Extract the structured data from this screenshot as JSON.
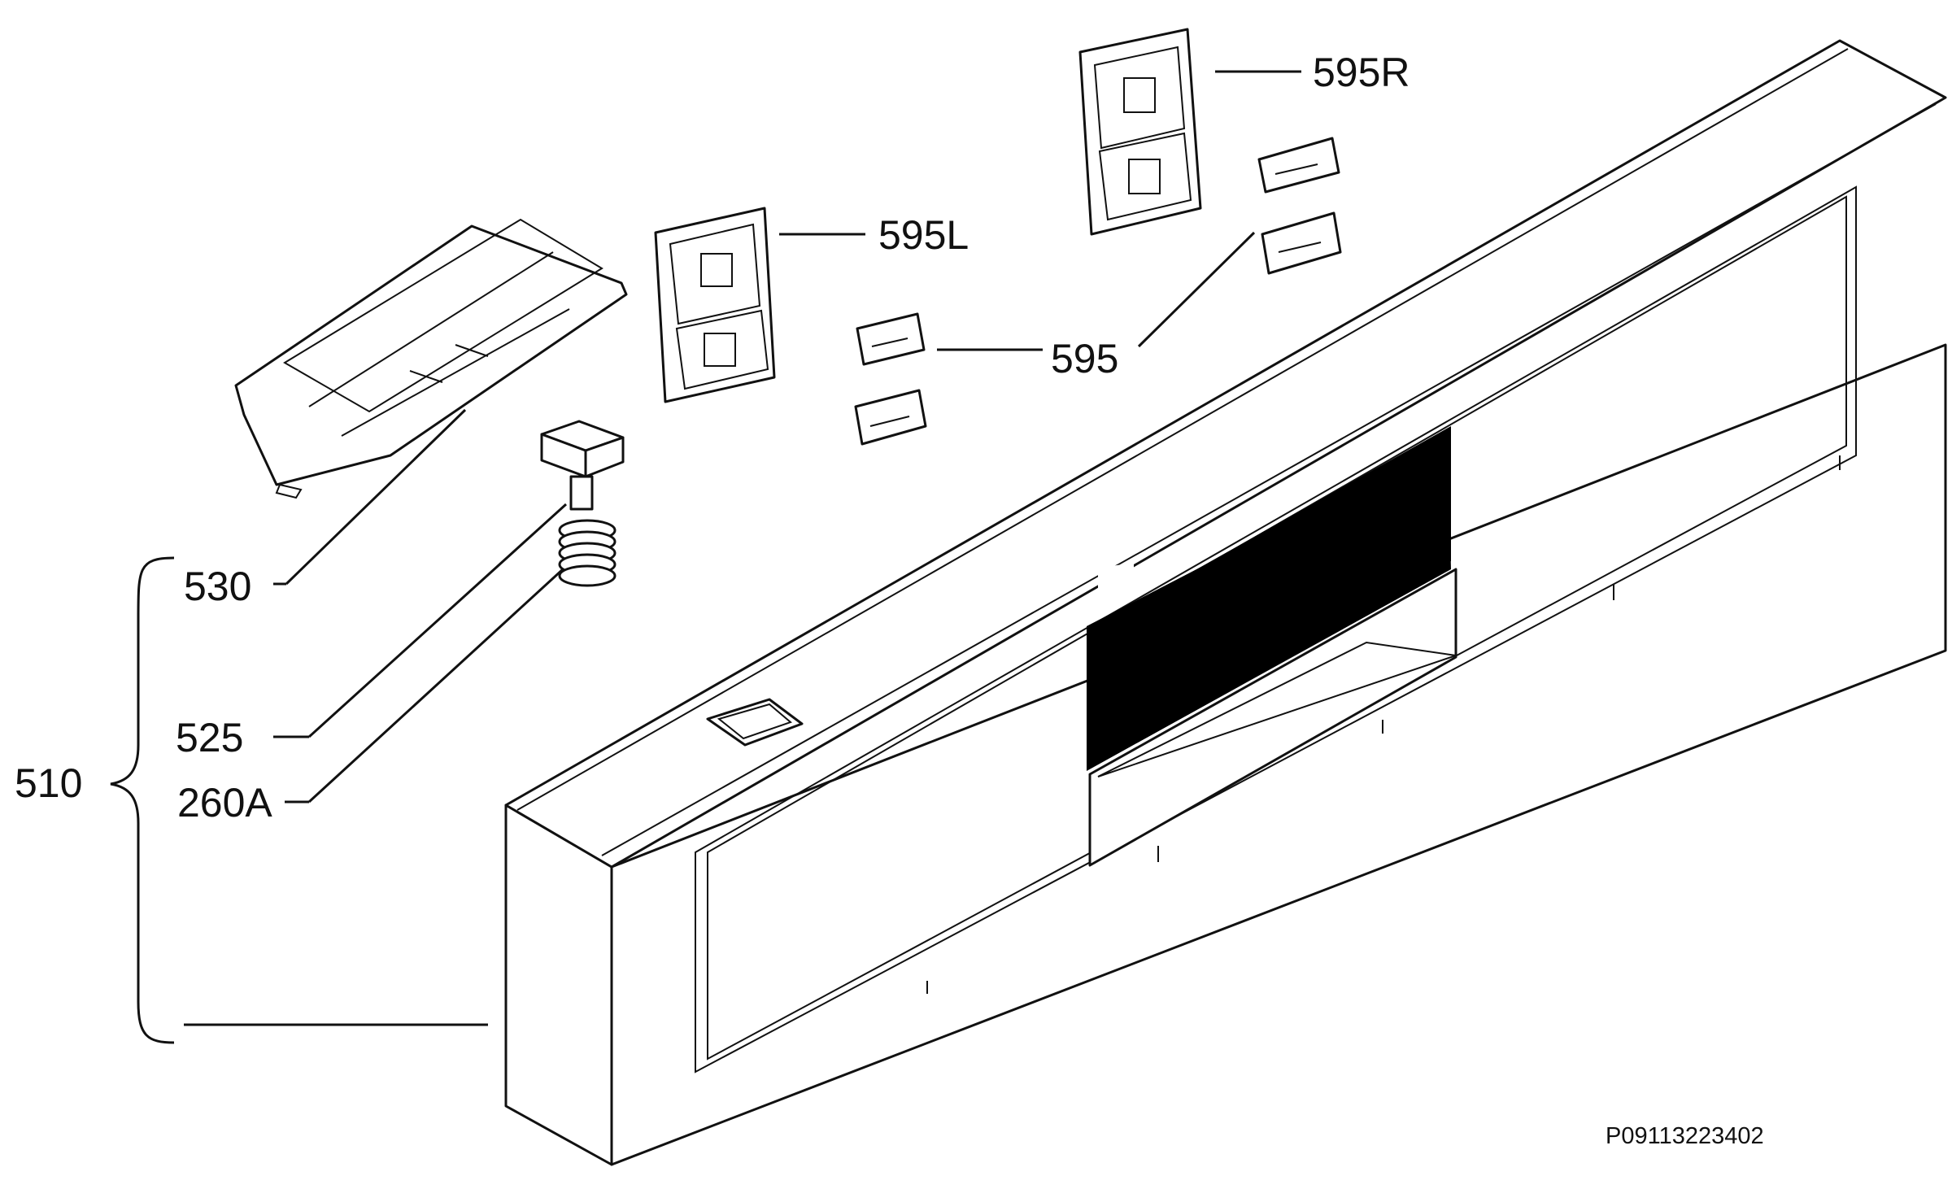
{
  "labels": {
    "l510": "510",
    "l530": "530",
    "l525": "525",
    "l260a": "260A",
    "l595": "595",
    "l595l": "595L",
    "l595r": "595R"
  },
  "drawing_code": "P09113223402"
}
